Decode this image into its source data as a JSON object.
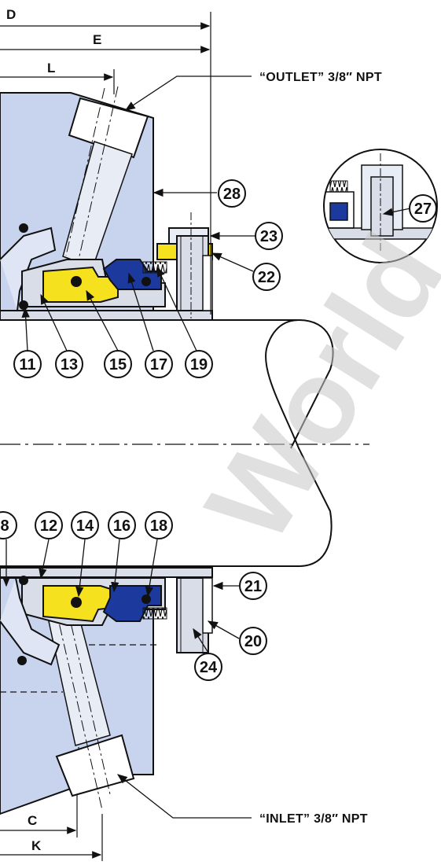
{
  "colors": {
    "body": "#c8d3ee",
    "body_stroke": "#111111",
    "yellow": "#f5e11d",
    "blue": "#1c3a9e",
    "gray": "#d9dde8",
    "shaft": "#ffffff"
  },
  "dimensions": {
    "d": "D",
    "e": "E",
    "l": "L",
    "c": "C",
    "k": "K"
  },
  "notes": {
    "outlet": "“OUTLET” 3/8″ NPT",
    "inlet": "“INLET” 3/8″ NPT"
  },
  "callouts": {
    "c28": "28",
    "c27": "27",
    "c23": "23",
    "c22": "22",
    "c11": "11",
    "c13": "13",
    "c15": "15",
    "c17": "17",
    "c19": "19",
    "c8": "8",
    "c12": "12",
    "c14": "14",
    "c16": "16",
    "c18": "18",
    "c21": "21",
    "c20": "20",
    "c24": "24"
  },
  "watermark": "World"
}
